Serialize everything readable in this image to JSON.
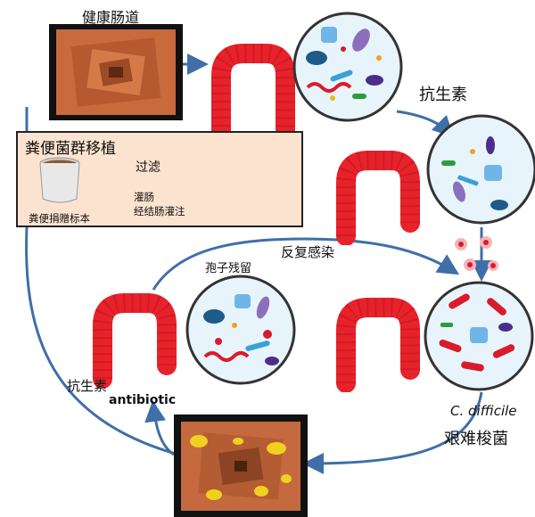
{
  "labels": {
    "healthy_gut": "健康肠道",
    "antibiotics_top": "抗生素",
    "recurrent_infection": "反复感染",
    "spore_retention": "孢子残留",
    "antibiotics_left": "抗生素",
    "antibiotic_en": "antibiotic",
    "c_difficile_en": "C. difficile",
    "c_difficile_cn": "艰难梭菌"
  },
  "fmt_box": {
    "title": "粪便菌群移植",
    "filter": "过滤",
    "enema": "灌肠",
    "colonoscopy": "经结肠灌注",
    "donor_sample": "粪便捐赠标本"
  },
  "colors": {
    "arrow": "#3f6fa8",
    "colon_red": "#e8222b",
    "colon_dark": "#a01018",
    "fmt_box_fill": "#fbe3cf",
    "gut_tissue": "#c86a3c",
    "bacteria_blue": "#6fb6e8",
    "bacteria_red": "#d81c2c",
    "bacteria_purple": "#8a6fbf"
  }
}
